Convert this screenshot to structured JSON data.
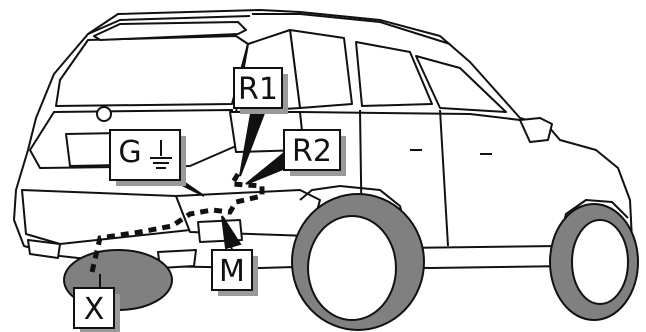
{
  "diagram": {
    "callouts": {
      "r1": "R1",
      "r2": "R2",
      "g": "G",
      "m": "M",
      "x": "X"
    },
    "colors": {
      "outline": "#111111",
      "tire": "#808080",
      "label_shadow": "#9a9a9a",
      "wire": "#111111",
      "background": "#ffffff"
    },
    "icons": {
      "ground": "ground-symbol-icon",
      "vehicle": "suv-rear-three-quarter-icon"
    }
  }
}
